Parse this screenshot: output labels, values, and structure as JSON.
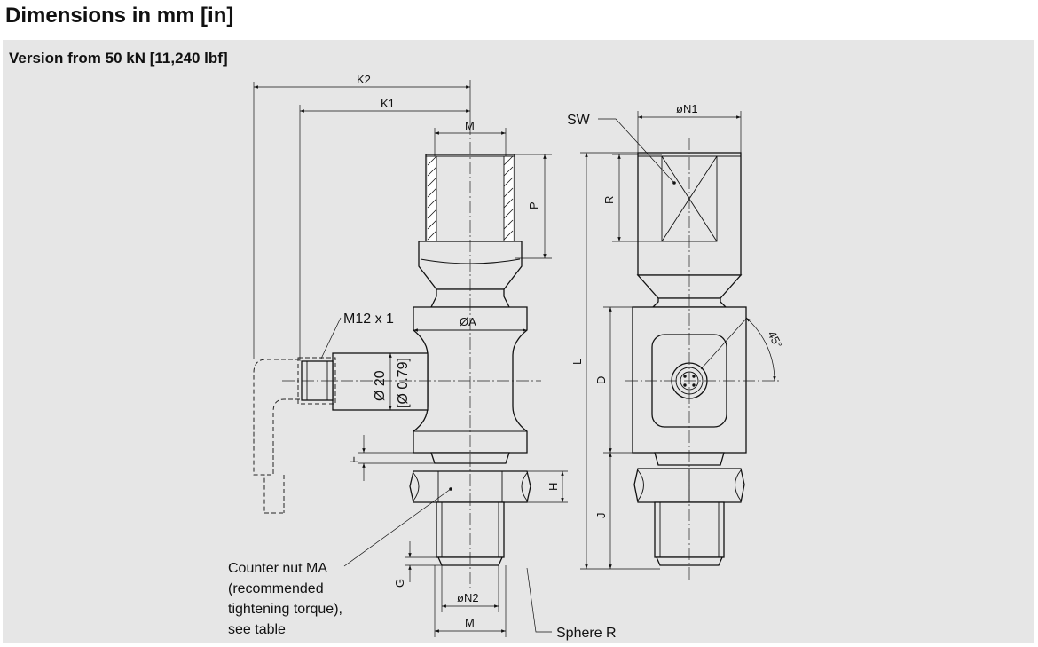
{
  "header": {
    "title": "Dimensions in mm [in]"
  },
  "section": {
    "title": "Version from 50 kN [11,240 lbf]"
  },
  "labels": {
    "k2": "K2",
    "k1": "K1",
    "m_top": "M",
    "p": "P",
    "diam_a": "ØA",
    "m12": "M12 x 1",
    "d20": "Ø 20",
    "d079": "[Ø 0.79]",
    "f": "F",
    "h": "H",
    "g": "G",
    "diam_n2": "øN2",
    "m_bottom": "M",
    "sw": "SW",
    "diam_n1": "øN1",
    "r": "R",
    "l": "L",
    "d": "D",
    "j": "J",
    "angle": "45°",
    "sphere": "Sphere R",
    "counter_nut": [
      "Counter nut MA",
      "(recommended",
      "tightening torque),",
      "see table"
    ]
  }
}
